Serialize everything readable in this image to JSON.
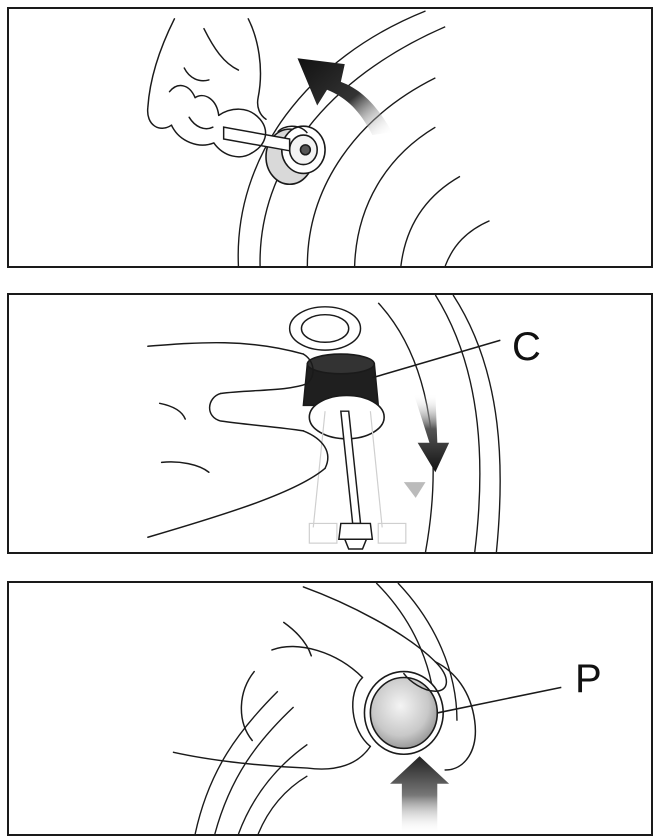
{
  "panels": [
    {
      "id": "step-1",
      "callout": ""
    },
    {
      "id": "step-2",
      "callout": "C"
    },
    {
      "id": "step-3",
      "callout": "P"
    }
  ],
  "colors": {
    "line": "#1a1a1a",
    "arrow": "#111111",
    "background": "#ffffff"
  }
}
